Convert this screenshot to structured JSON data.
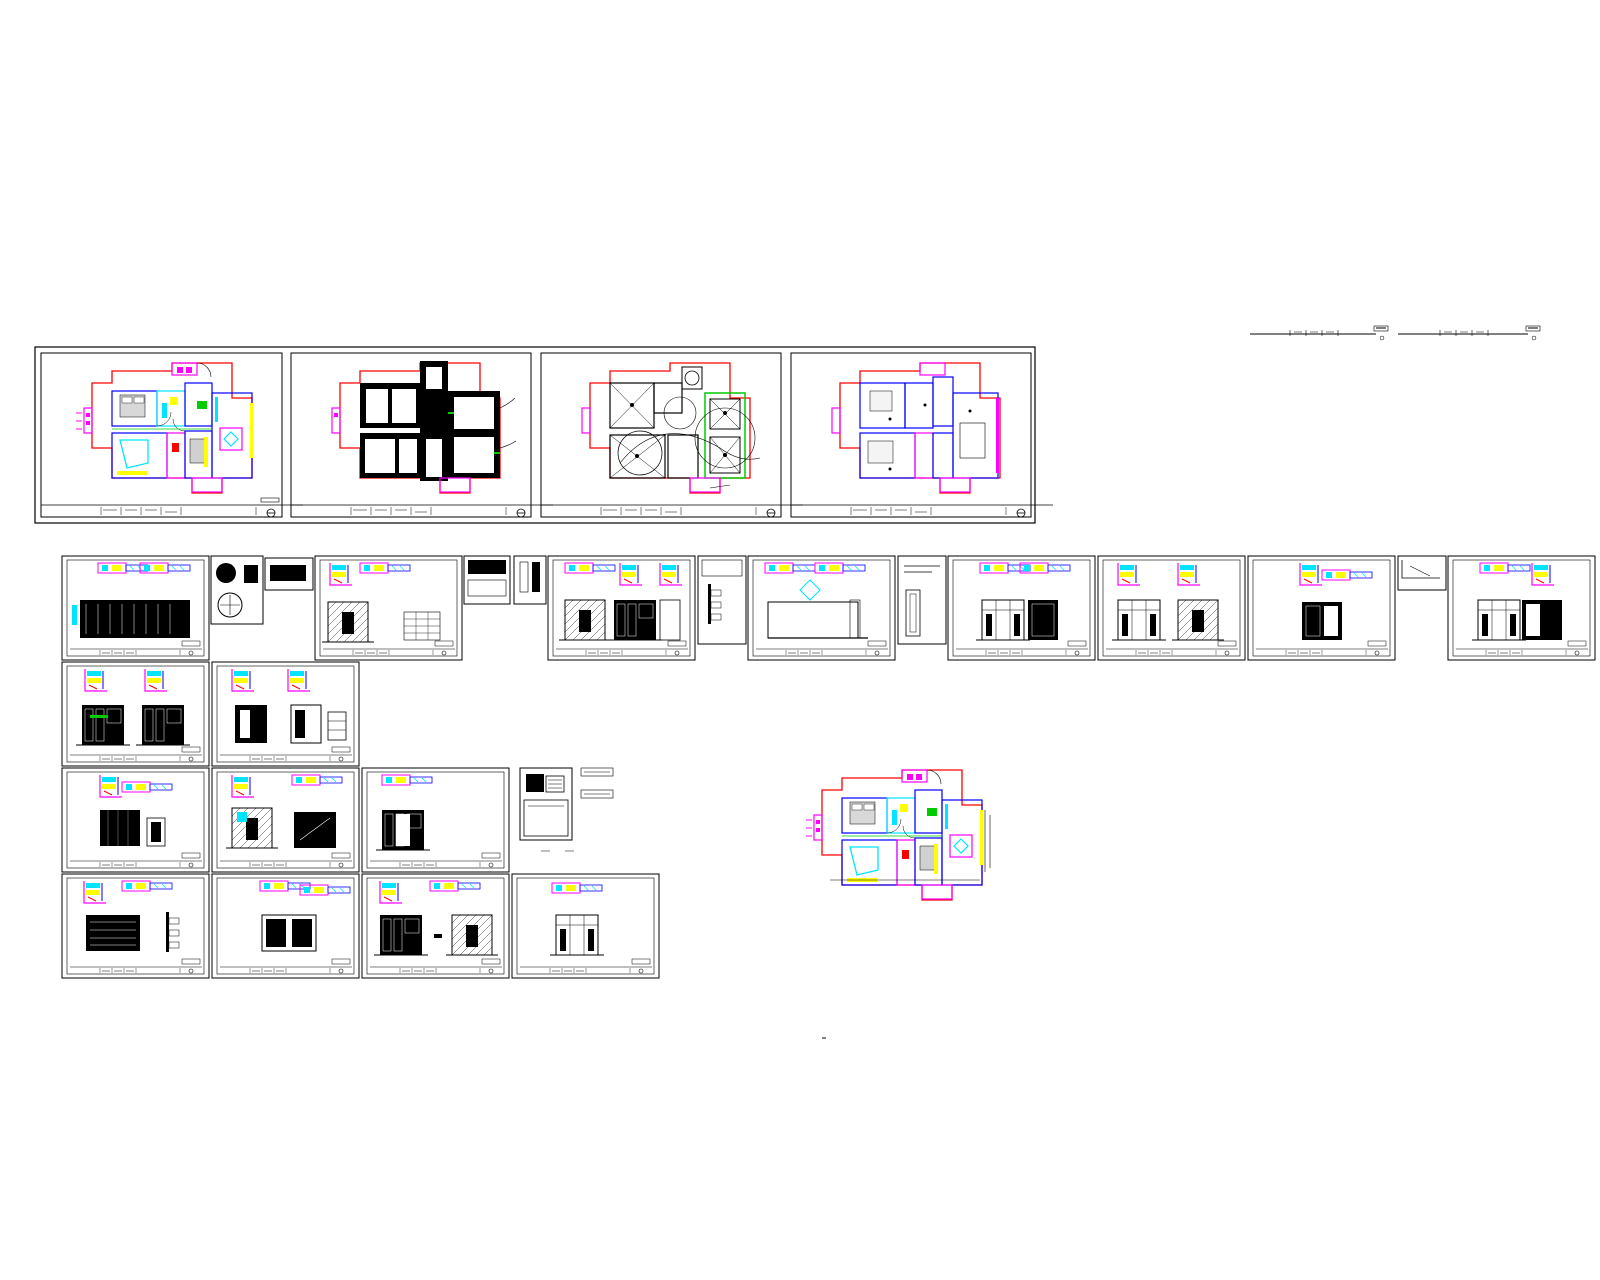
{
  "colors": {
    "background": "#ffffff",
    "frame": "#000000",
    "red": "#ff0000",
    "magenta": "#ff00ff",
    "blue": "#0000ff",
    "cyan": "#00e5ff",
    "yellow": "#ffff00",
    "green": "#00cc00",
    "gray": "#b4b4b4"
  },
  "drawing": {
    "plan_views": [
      "furniture-layout",
      "wall-layout",
      "ceiling-lighting",
      "floor-finish"
    ],
    "elevation_sheet_count": 20,
    "legend_sheet": true,
    "overview_plan": true,
    "scale_bars": 2
  }
}
